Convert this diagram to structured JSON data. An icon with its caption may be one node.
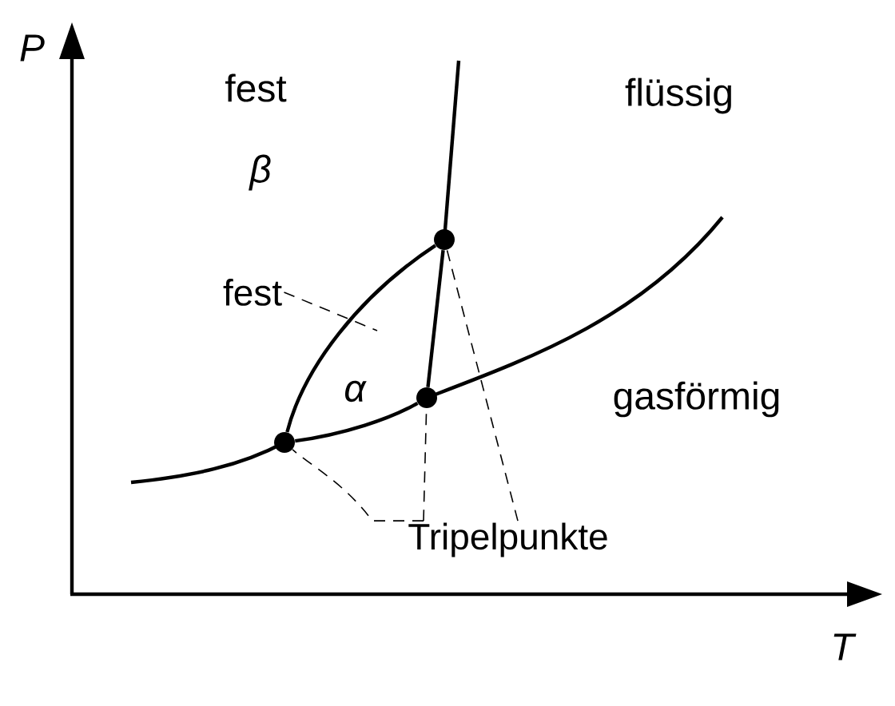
{
  "diagram": {
    "nodes": [
      {
        "text": [],
        "shape": "circle"
      },
      {
        "text": [],
        "shape": "circle"
      },
      {
        "text": [],
        "shape": "circle"
      },
      {
        "text": [
          "Tripelpunkte"
        ]
      },
      {
        "text": [
          "fest"
        ]
      }
    ],
    "edges": [
      {
        "from": 0,
        "to": 1,
        "arrow": "none"
      },
      {
        "from": 0,
        "to": 2,
        "arrow": "none"
      },
      {
        "from": 1,
        "to": 2,
        "arrow": "none"
      },
      {
        "from": 3,
        "to": 0,
        "arrow": "none",
        "style": "dashed"
      },
      {
        "from": 3,
        "to": 1,
        "arrow": "none",
        "style": "dashed"
      },
      {
        "from": 3,
        "to": 2,
        "arrow": "none",
        "style": "dashed"
      },
      {
        "from": 4,
        "to": null,
        "arrow": "none",
        "style": "dashed"
      }
    ],
    "labels": [
      "P",
      "fest",
      "β",
      "flüssig",
      "α",
      "gasförmig",
      "T"
    ]
  }
}
